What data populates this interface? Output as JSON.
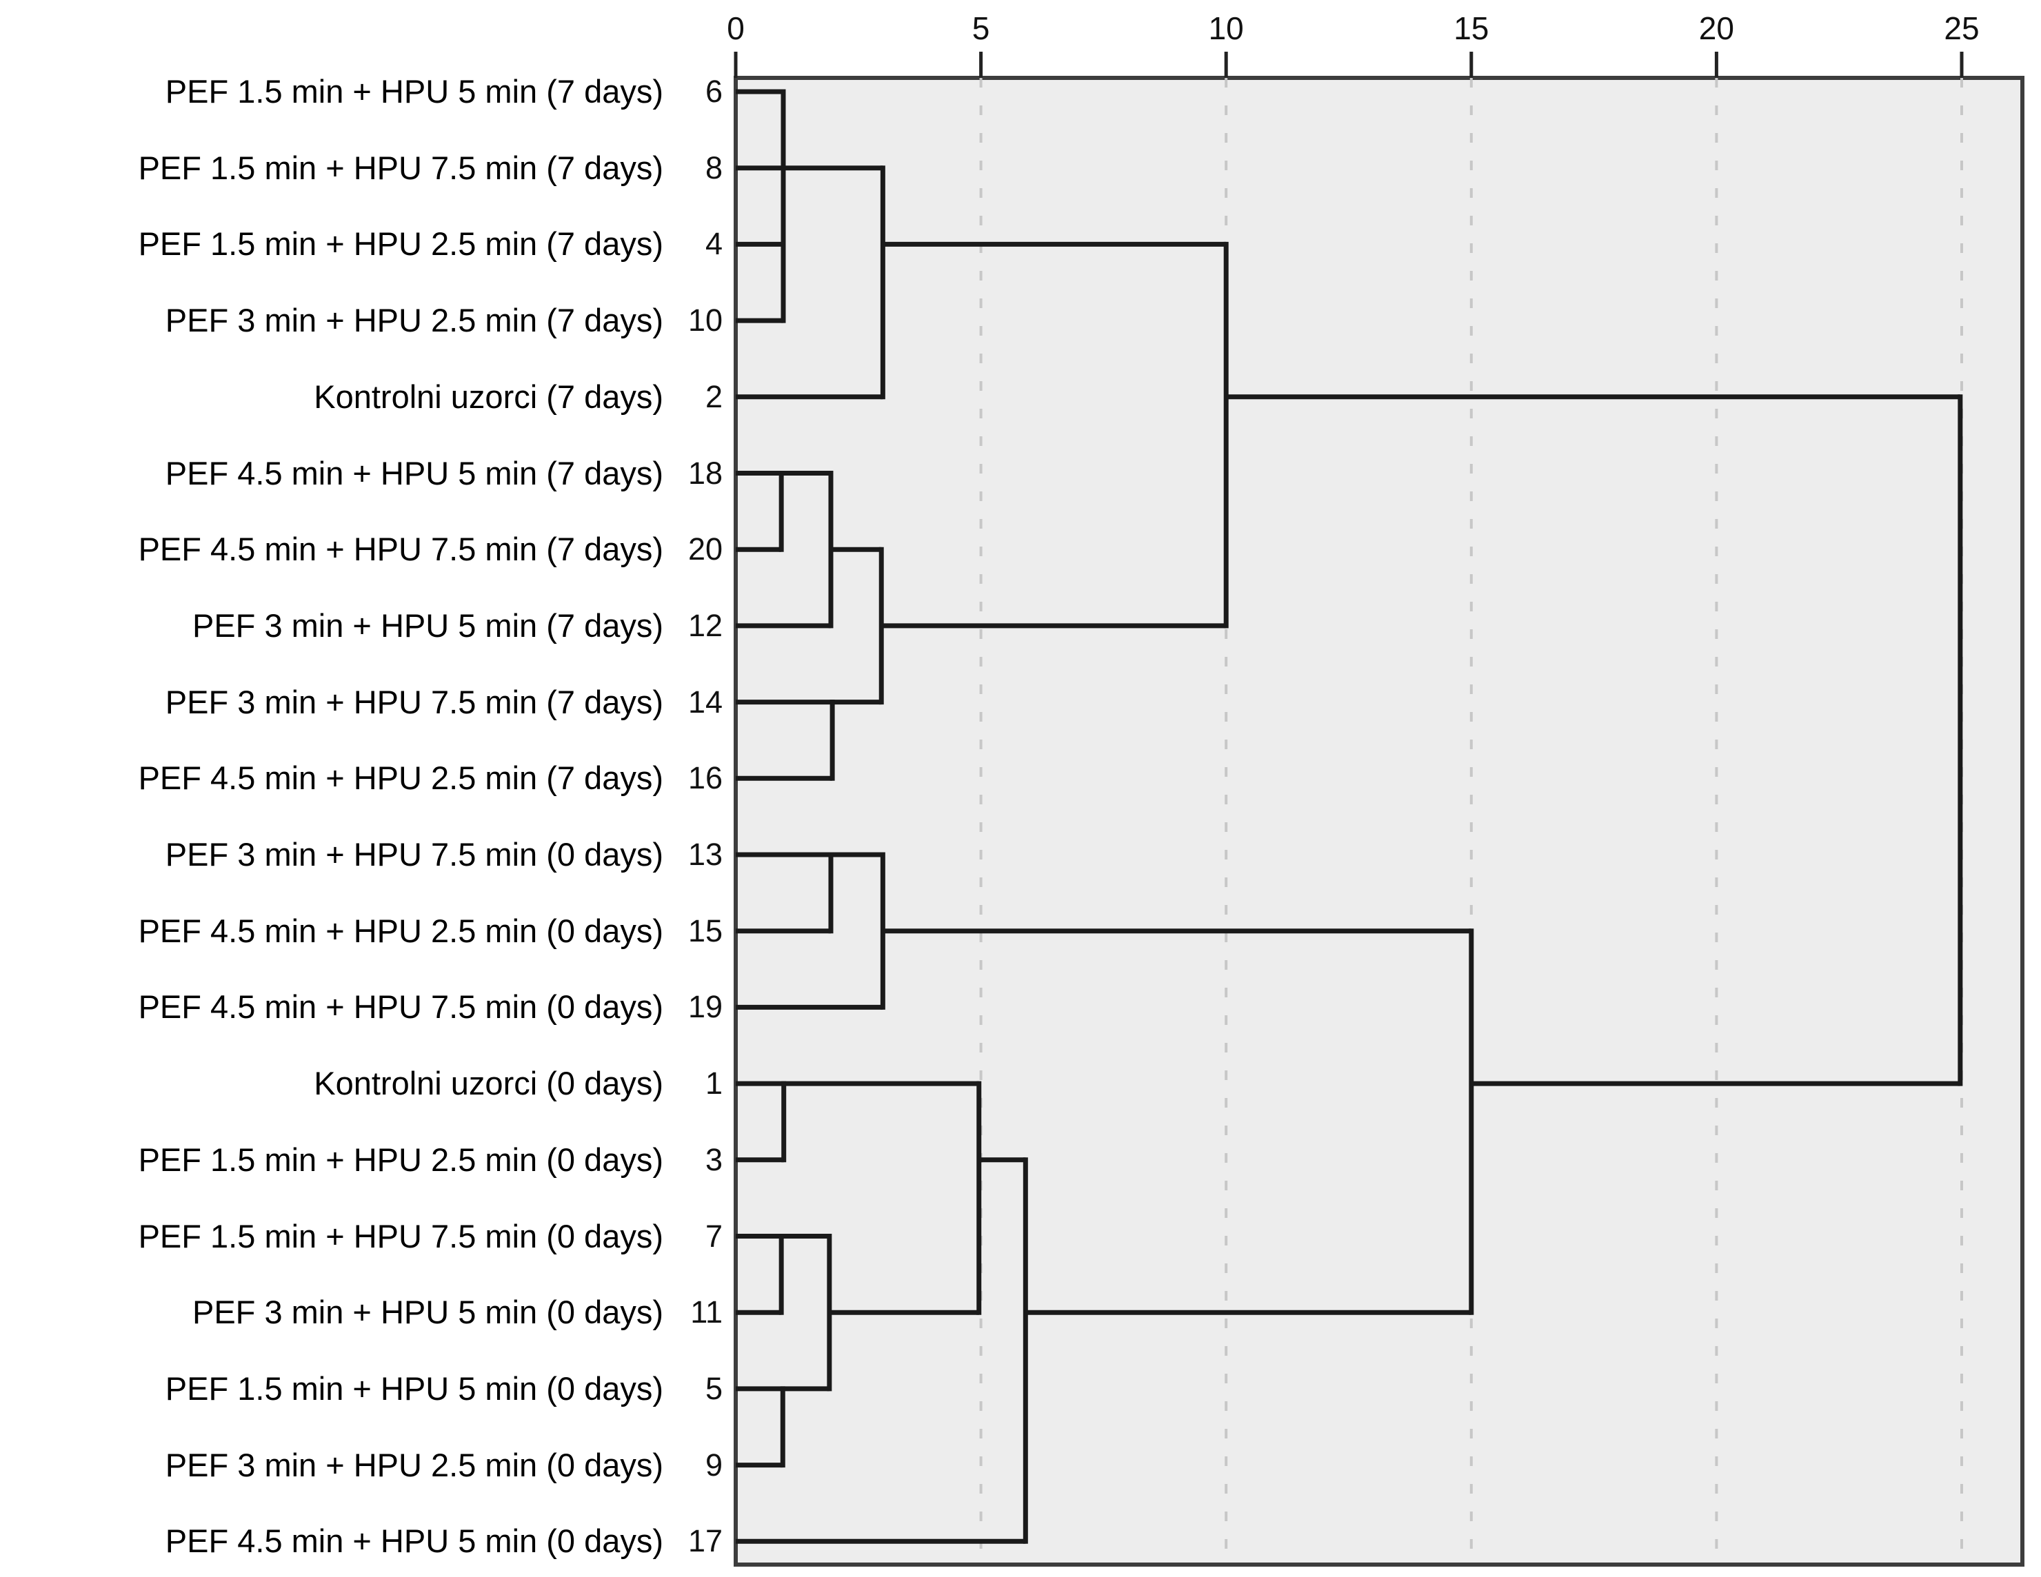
{
  "figure": {
    "title": "",
    "description_visible_text_only": "Hierarchical clustering dendrogram, horizontal orientation, sample labels at left, case numbers beside axis, rescaled distance axis on top"
  },
  "style": {
    "page_background": "#ffffff",
    "plot_background": "#ededed",
    "plot_border_color": "#3d3d3d",
    "line_color": "#1a1a1a",
    "grid_color": "#c7c7c7",
    "text_color": "#000000"
  },
  "chart_data": {
    "type": "dendrogram",
    "orientation": "horizontal-left-labels",
    "title": "",
    "xlabel": "",
    "ylabel": "",
    "axis": {
      "position": "top",
      "min": 0,
      "max": 25,
      "ticks": [
        0,
        5,
        10,
        15,
        20,
        25
      ],
      "gridlines": [
        5,
        10,
        15,
        20,
        25
      ],
      "grid_style": "dashed"
    },
    "leaves": [
      {
        "row": 1,
        "case": "6",
        "label": "PEF 1.5 min + HPU 5 min (7 days)"
      },
      {
        "row": 2,
        "case": "8",
        "label": "PEF 1.5 min + HPU 7.5 min (7 days)"
      },
      {
        "row": 3,
        "case": "4",
        "label": "PEF 1.5 min + HPU 2.5 min (7 days)"
      },
      {
        "row": 4,
        "case": "10",
        "label": "PEF 3 min + HPU 2.5 min (7 days)"
      },
      {
        "row": 5,
        "case": "2",
        "label": "Kontrolni uzorci (7 days)"
      },
      {
        "row": 6,
        "case": "18",
        "label": "PEF 4.5 min + HPU 5 min (7 days)"
      },
      {
        "row": 7,
        "case": "20",
        "label": "PEF 4.5 min + HPU 7.5 min (7 days)"
      },
      {
        "row": 8,
        "case": "12",
        "label": "PEF 3 min + HPU 5 min (7 days)"
      },
      {
        "row": 9,
        "case": "14",
        "label": "PEF 3 min + HPU 7.5 min (7 days)"
      },
      {
        "row": 10,
        "case": "16",
        "label": "PEF 4.5 min + HPU 2.5 min (7 days)"
      },
      {
        "row": 11,
        "case": "13",
        "label": "PEF 3 min + HPU 7.5 min (0 days)"
      },
      {
        "row": 12,
        "case": "15",
        "label": "PEF 4.5 min + HPU 2.5 min (0 days)"
      },
      {
        "row": 13,
        "case": "19",
        "label": "PEF 4.5 min + HPU 7.5 min (0 days)"
      },
      {
        "row": 14,
        "case": "1",
        "label": "Kontrolni uzorci (0 days)"
      },
      {
        "row": 15,
        "case": "3",
        "label": "PEF 1.5 min + HPU 2.5 min (0 days)"
      },
      {
        "row": 16,
        "case": "7",
        "label": "PEF 1.5 min + HPU 7.5 min (0 days)"
      },
      {
        "row": 17,
        "case": "11",
        "label": "PEF 3 min + HPU 5 min (0 days)"
      },
      {
        "row": 18,
        "case": "5",
        "label": "PEF 1.5 min + HPU 5 min (0 days)"
      },
      {
        "row": 19,
        "case": "9",
        "label": "PEF 3 min + HPU 2.5 min (0 days)"
      },
      {
        "row": 20,
        "case": "17",
        "label": "PEF 4.5 min + HPU 5 min (0 days)"
      }
    ],
    "linkage": [
      {
        "a": "6",
        "b": "8",
        "distance": 0.97
      },
      {
        "a": "4",
        "b": "10",
        "distance": 0.97
      },
      {
        "a": "{6,8}",
        "b": "{4,10}",
        "distance": 0.98
      },
      {
        "a": "{6,8,4,10}",
        "b": "2",
        "distance": 3.0
      },
      {
        "a": "18",
        "b": "20",
        "distance": 0.93
      },
      {
        "a": "{18,20}",
        "b": "12",
        "distance": 1.94
      },
      {
        "a": "14",
        "b": "16",
        "distance": 1.97
      },
      {
        "a": "{18,20,12}",
        "b": "{14,16}",
        "distance": 2.97
      },
      {
        "a": "13",
        "b": "15",
        "distance": 1.94
      },
      {
        "a": "{13,15}",
        "b": "19",
        "distance": 3.0
      },
      {
        "a": "1",
        "b": "3",
        "distance": 0.98
      },
      {
        "a": "7",
        "b": "11",
        "distance": 0.93
      },
      {
        "a": "5",
        "b": "9",
        "distance": 0.96
      },
      {
        "a": "{7,11}",
        "b": "{5,9}",
        "distance": 1.91
      },
      {
        "a": "{1,3}",
        "b": "{7,11,5,9}",
        "distance": 4.96
      },
      {
        "a": "{1,3,7,11,5,9}",
        "b": "17",
        "distance": 5.91
      },
      {
        "a": "{6,8,4,10,2}",
        "b": "{18,20,12,14,16}",
        "distance": 10.0
      },
      {
        "a": "{13,15,19}",
        "b": "{1,3,7,11,5,9,17}",
        "distance": 15.0
      },
      {
        "a": "7-days cluster",
        "b": "0-days cluster",
        "distance": 24.97
      }
    ],
    "segments": {
      "h": [
        {
          "row": 1,
          "from": 0,
          "to": 0.97
        },
        {
          "row": 2,
          "from": 0,
          "to": 3.0
        },
        {
          "row": 3,
          "from": 0,
          "to": 0.97
        },
        {
          "row": 3,
          "from": 3.0,
          "to": 10.0
        },
        {
          "row": 4,
          "from": 0,
          "to": 0.97
        },
        {
          "row": 5,
          "from": 0,
          "to": 3.0
        },
        {
          "row": 5,
          "from": 10.0,
          "to": 24.97
        },
        {
          "row": 6,
          "from": 0,
          "to": 1.94
        },
        {
          "row": 7,
          "from": 0,
          "to": 0.93
        },
        {
          "row": 7,
          "from": 1.94,
          "to": 2.97
        },
        {
          "row": 8,
          "from": 0,
          "to": 1.94
        },
        {
          "row": 8,
          "from": 2.97,
          "to": 10.0
        },
        {
          "row": 9,
          "from": 0,
          "to": 2.97
        },
        {
          "row": 10,
          "from": 0,
          "to": 1.97
        },
        {
          "row": 11,
          "from": 0,
          "to": 3.0
        },
        {
          "row": 12,
          "from": 0,
          "to": 1.94
        },
        {
          "row": 12,
          "from": 3.0,
          "to": 15.0
        },
        {
          "row": 13,
          "from": 0,
          "to": 3.0
        },
        {
          "row": 14,
          "from": 0,
          "to": 4.96
        },
        {
          "row": 14,
          "from": 15.0,
          "to": 24.97
        },
        {
          "row": 15,
          "from": 0,
          "to": 0.98
        },
        {
          "row": 15,
          "from": 4.96,
          "to": 5.91
        },
        {
          "row": 16,
          "from": 0,
          "to": 1.91
        },
        {
          "row": 17,
          "from": 0,
          "to": 0.93
        },
        {
          "row": 17,
          "from": 1.91,
          "to": 4.96
        },
        {
          "row": 17,
          "from": 5.91,
          "to": 15.0
        },
        {
          "row": 18,
          "from": 0,
          "to": 1.91
        },
        {
          "row": 19,
          "from": 0,
          "to": 0.96
        },
        {
          "row": 20,
          "from": 0,
          "to": 5.91
        }
      ],
      "v": [
        {
          "d": 0.97,
          "from_row": 1,
          "to_row": 4
        },
        {
          "d": 3.0,
          "from_row": 2,
          "to_row": 5
        },
        {
          "d": 0.93,
          "from_row": 6,
          "to_row": 7
        },
        {
          "d": 1.94,
          "from_row": 6,
          "to_row": 8
        },
        {
          "d": 2.97,
          "from_row": 7,
          "to_row": 9
        },
        {
          "d": 1.97,
          "from_row": 9,
          "to_row": 10
        },
        {
          "d": 1.94,
          "from_row": 11,
          "to_row": 12
        },
        {
          "d": 3.0,
          "from_row": 11,
          "to_row": 13
        },
        {
          "d": 0.98,
          "from_row": 14,
          "to_row": 15
        },
        {
          "d": 4.96,
          "from_row": 14,
          "to_row": 17
        },
        {
          "d": 0.93,
          "from_row": 16,
          "to_row": 17
        },
        {
          "d": 1.91,
          "from_row": 16,
          "to_row": 18
        },
        {
          "d": 0.96,
          "from_row": 18,
          "to_row": 19
        },
        {
          "d": 5.91,
          "from_row": 15,
          "to_row": 20
        },
        {
          "d": 10.0,
          "from_row": 3,
          "to_row": 8
        },
        {
          "d": 15.0,
          "from_row": 12,
          "to_row": 17
        },
        {
          "d": 24.97,
          "from_row": 5,
          "to_row": 14
        }
      ]
    }
  }
}
